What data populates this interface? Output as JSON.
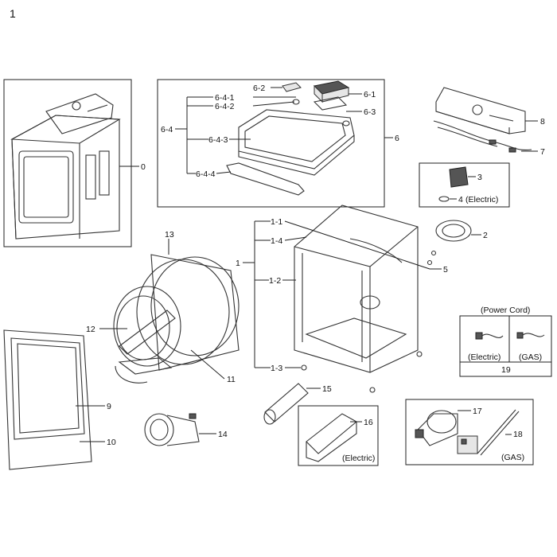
{
  "page_number": "1",
  "callouts": {
    "c0": "0",
    "c1": "1",
    "c1_1": "1-1",
    "c1_2": "1-2",
    "c1_3": "1-3",
    "c1_4": "1-4",
    "c2": "2",
    "c3": "3",
    "c4": "4",
    "c5": "5",
    "c6": "6",
    "c6_1": "6-1",
    "c6_2": "6-2",
    "c6_3": "6-3",
    "c6_4": "6-4",
    "c6_4_1": "6-4-1",
    "c6_4_2": "6-4-2",
    "c6_4_3": "6-4-3",
    "c6_4_4": "6-4-4",
    "c7": "7",
    "c8": "8",
    "c9": "9",
    "c10": "10",
    "c11": "11",
    "c12": "12",
    "c13": "13",
    "c14": "14",
    "c15": "15",
    "c16": "16",
    "c17": "17",
    "c18": "18",
    "c19": "19"
  },
  "notes": {
    "electric_4": "(Electric)",
    "power_cord": "(Power Cord)",
    "power_electric": "(Electric)",
    "power_gas": "(GAS)",
    "electric_16": "(Electric)",
    "gas_18": "(GAS)"
  }
}
